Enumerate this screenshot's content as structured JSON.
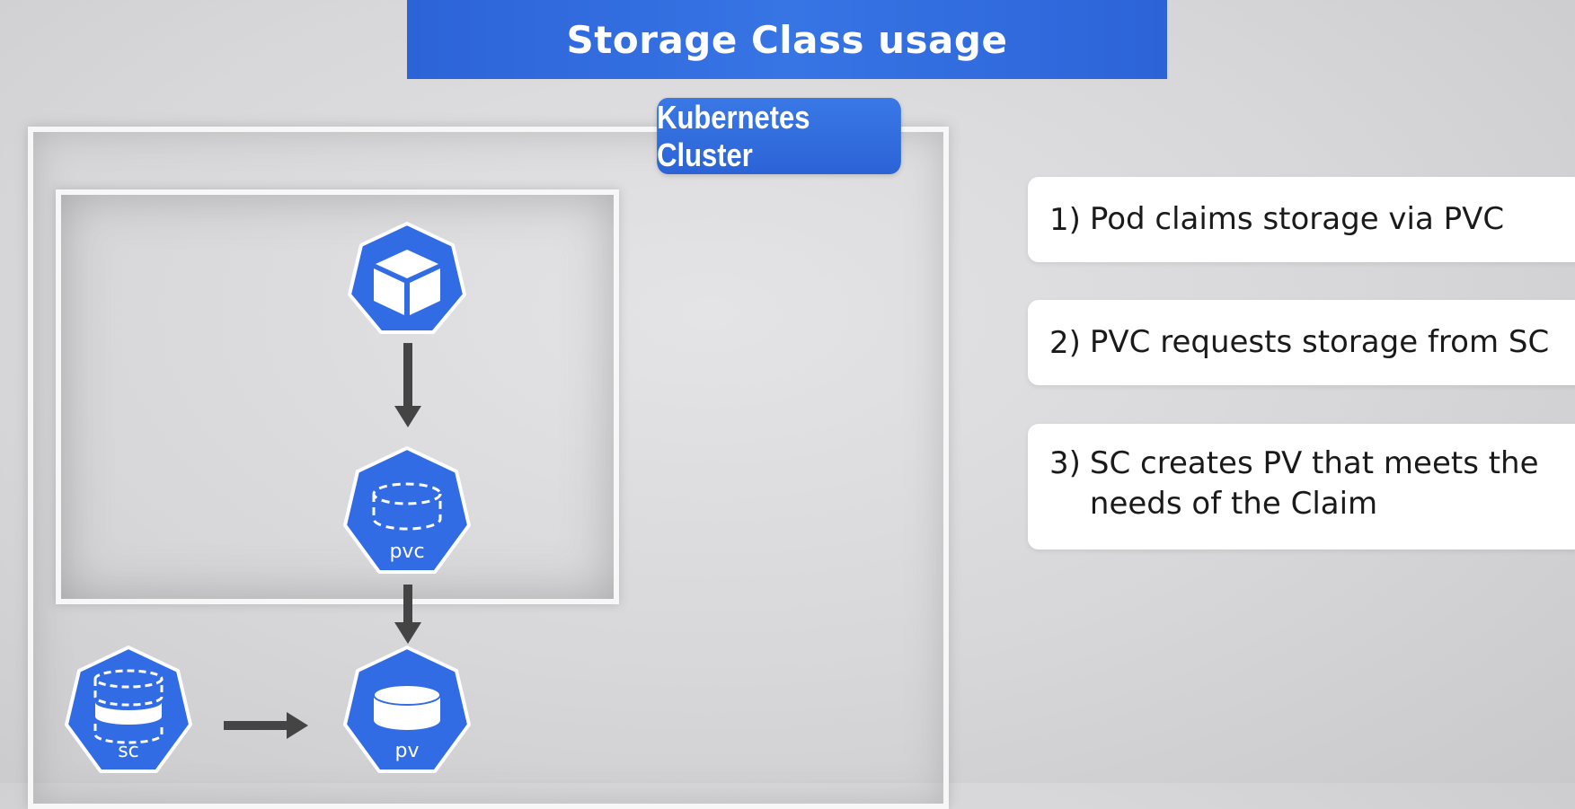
{
  "title": "Storage Class usage",
  "cluster": {
    "label": "Kubernetes Cluster"
  },
  "icons": {
    "pod": {
      "name": "cube-icon",
      "caption": ""
    },
    "pvc": {
      "name": "pvc-icon",
      "caption": "pvc"
    },
    "sc": {
      "name": "storage-class-icon",
      "caption": "sc"
    },
    "pv": {
      "name": "pv-icon",
      "caption": "pv"
    }
  },
  "colors": {
    "accent": "#326ce5",
    "background": "#d9d9db",
    "arrow": "#444444"
  },
  "steps": [
    {
      "number": "1)",
      "text": "Pod claims storage via PVC"
    },
    {
      "number": "2)",
      "text": "PVC requests storage from SC"
    },
    {
      "number": "3)",
      "text": "SC creates PV that meets the needs of the Claim"
    }
  ]
}
